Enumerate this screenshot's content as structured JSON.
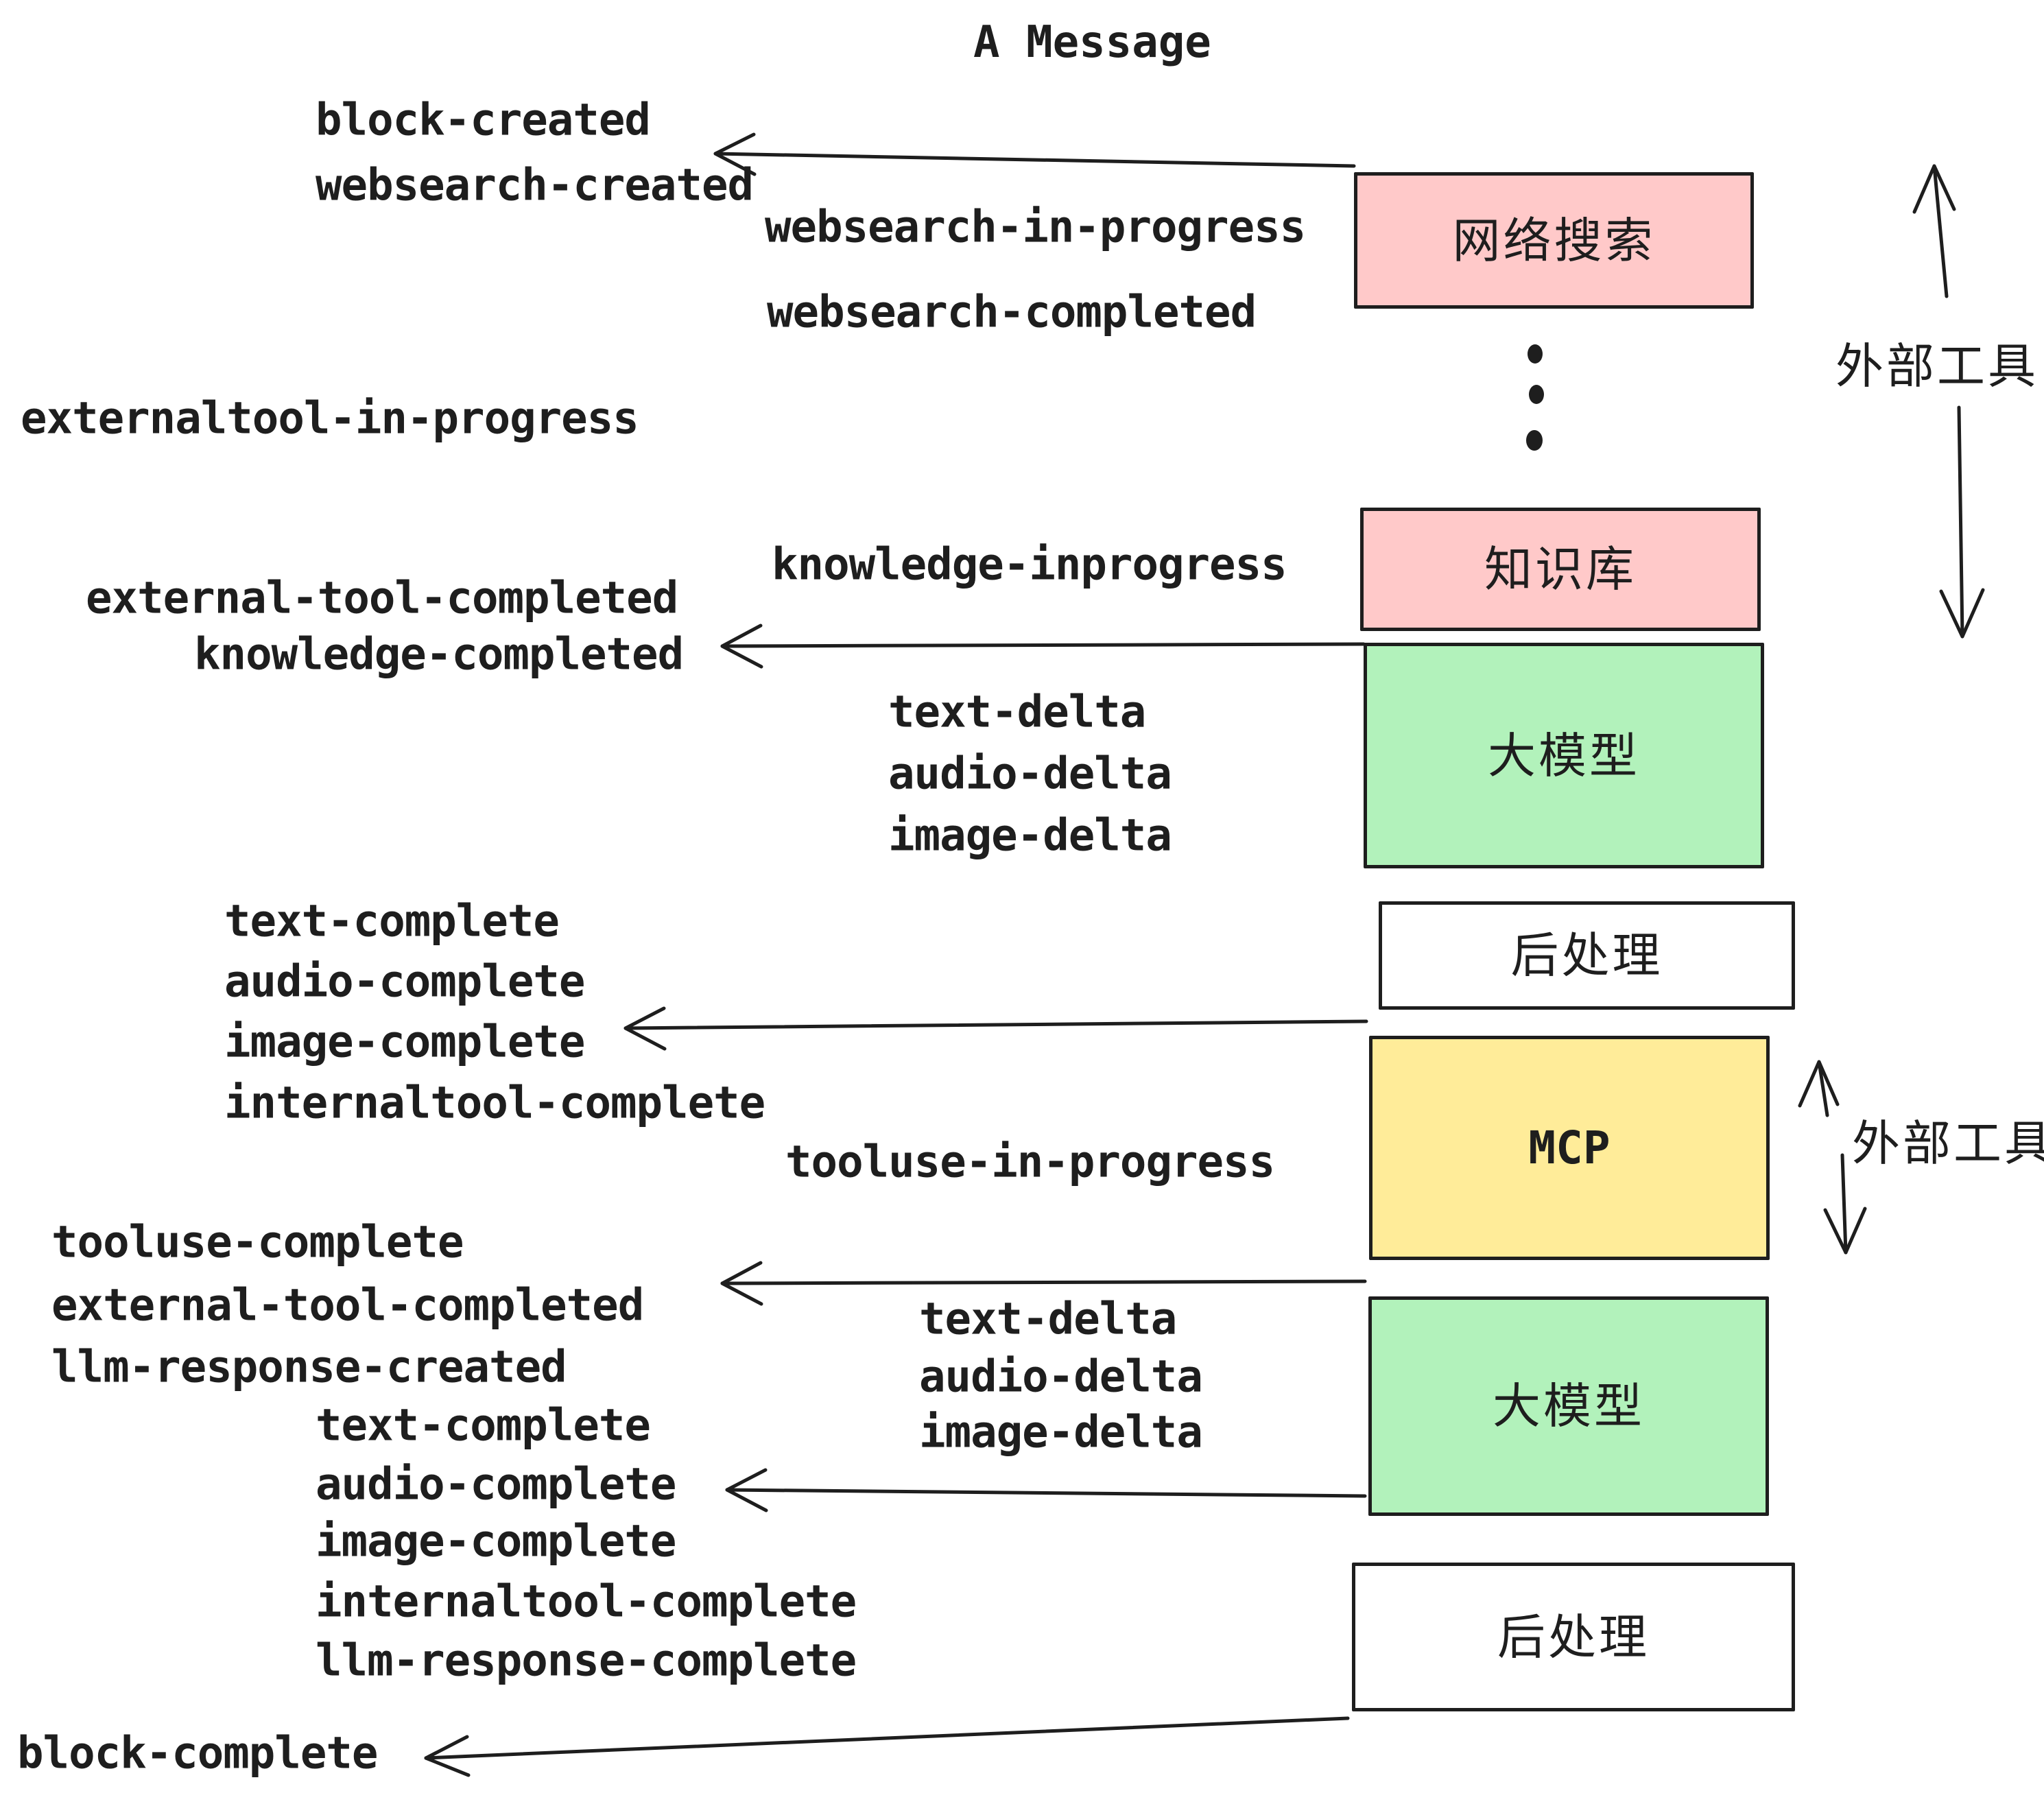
{
  "title": "A Message",
  "colors": {
    "ink": "#1e1e1e",
    "pink": "#ffc9c9",
    "green": "#b2f2bb",
    "yellow": "#ffec99",
    "white": "#ffffff",
    "background": "#ffffff"
  },
  "boxes": {
    "websearch": {
      "label": "网络搜索",
      "fill": "#ffc9c9"
    },
    "knowledge": {
      "label": "知识库",
      "fill": "#ffc9c9"
    },
    "llm_top": {
      "label": "大模型",
      "fill": "#b2f2bb"
    },
    "post_top": {
      "label": "后处理",
      "fill": "#ffffff"
    },
    "mcp": {
      "label": "MCP",
      "fill": "#ffec99"
    },
    "llm_bottom": {
      "label": "大模型",
      "fill": "#b2f2bb"
    },
    "post_bottom": {
      "label": "后处理",
      "fill": "#ffffff"
    }
  },
  "annotations": {
    "external_tools_top": "外部工具",
    "external_tools_mid": "外部工具",
    "ellipsis_dots": "vertical-ellipsis"
  },
  "events": {
    "block_created": "block-created",
    "websearch_created": "websearch-created",
    "websearch_in_progress": "websearch-in-progress",
    "websearch_completed": "websearch-completed",
    "externaltool_in_progress": "externaltool-in-progress",
    "knowledge_inprogress": "knowledge-inprogress",
    "external_tool_completed": "external-tool-completed",
    "knowledge_completed": "knowledge-completed",
    "text_delta": "text-delta",
    "audio_delta": "audio-delta",
    "image_delta": "image-delta",
    "text_complete": "text-complete",
    "audio_complete": "audio-complete",
    "image_complete": "image-complete",
    "internaltool_complete": "internaltool-complete",
    "tooluse_in_progress": "tooluse-in-progress",
    "tooluse_complete": "tooluse-complete",
    "llm_response_created": "llm-response-created",
    "llm_response_complete": "llm-response-complete",
    "block_complete": "block-complete"
  }
}
